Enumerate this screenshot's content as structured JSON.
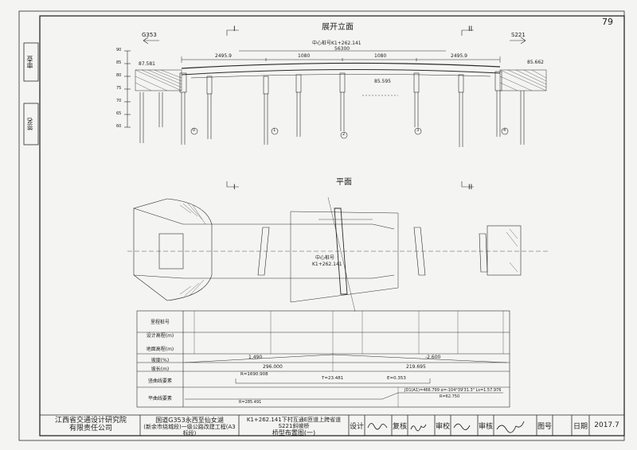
{
  "page_number": "79",
  "sidebar": {
    "approval": "审查",
    "signature": "签名"
  },
  "elevation": {
    "title": "展开立面",
    "section_marks": [
      "I",
      "II"
    ],
    "left_road": "G353",
    "right_road": "S221",
    "center_station": "中心桩号K1+262.141",
    "total_length": "56300",
    "spans": [
      "2495.9",
      "1080",
      "1080",
      "2495.9"
    ],
    "left_elev": "87.581",
    "right_elev": "85.662",
    "mid_elev": "85.595",
    "pier_numbers": [
      "0",
      "1",
      "2",
      "3",
      "4"
    ],
    "scale_left": [
      "90",
      "85",
      "80",
      "75",
      "70",
      "65",
      "60"
    ]
  },
  "plan": {
    "title": "平面",
    "section_marks": [
      "I",
      "II"
    ],
    "center_station_1": "中心桩号",
    "center_station_2": "K1+262.141"
  },
  "profile_table": {
    "rows": [
      "里程桩号",
      "设计高程(m)",
      "地面高程(m)",
      "坡度(%)",
      "坡长(m)",
      "竖曲线要素",
      "平曲线要素"
    ],
    "grades": [
      "1.490",
      "-2.600"
    ],
    "slope_lengths": [
      "296.000",
      "219.695"
    ],
    "vcurve": [
      "R=1690.908",
      "T=23.481",
      "E=0.353"
    ],
    "hcurve": "JD1(A1)=466.799  α=-104°39'31.3\"  Ls=1.57.976",
    "hcurve_r": "R=62.750",
    "hcurve_left": "R=285.491"
  },
  "title_block": {
    "org_1": "江西省交通设计研究院",
    "org_2": "有限责任公司",
    "project_1": "国道G353永西至仙女湖",
    "project_2": "(新余市绕城段)一级公路改建工程(A3标段)",
    "drawing_1": "K1+262.141下村互通E匝道上跨省道S221斜坡桥",
    "drawing_2": "桥型布置图(一)",
    "design": "设计",
    "review": "复核",
    "check": "审校",
    "approve": "审核",
    "drawing_no": "图号",
    "date_label": "日期",
    "date": "2017.7"
  },
  "colors": {
    "ink": "#2a2a2a",
    "paper": "#f4f4f2"
  }
}
